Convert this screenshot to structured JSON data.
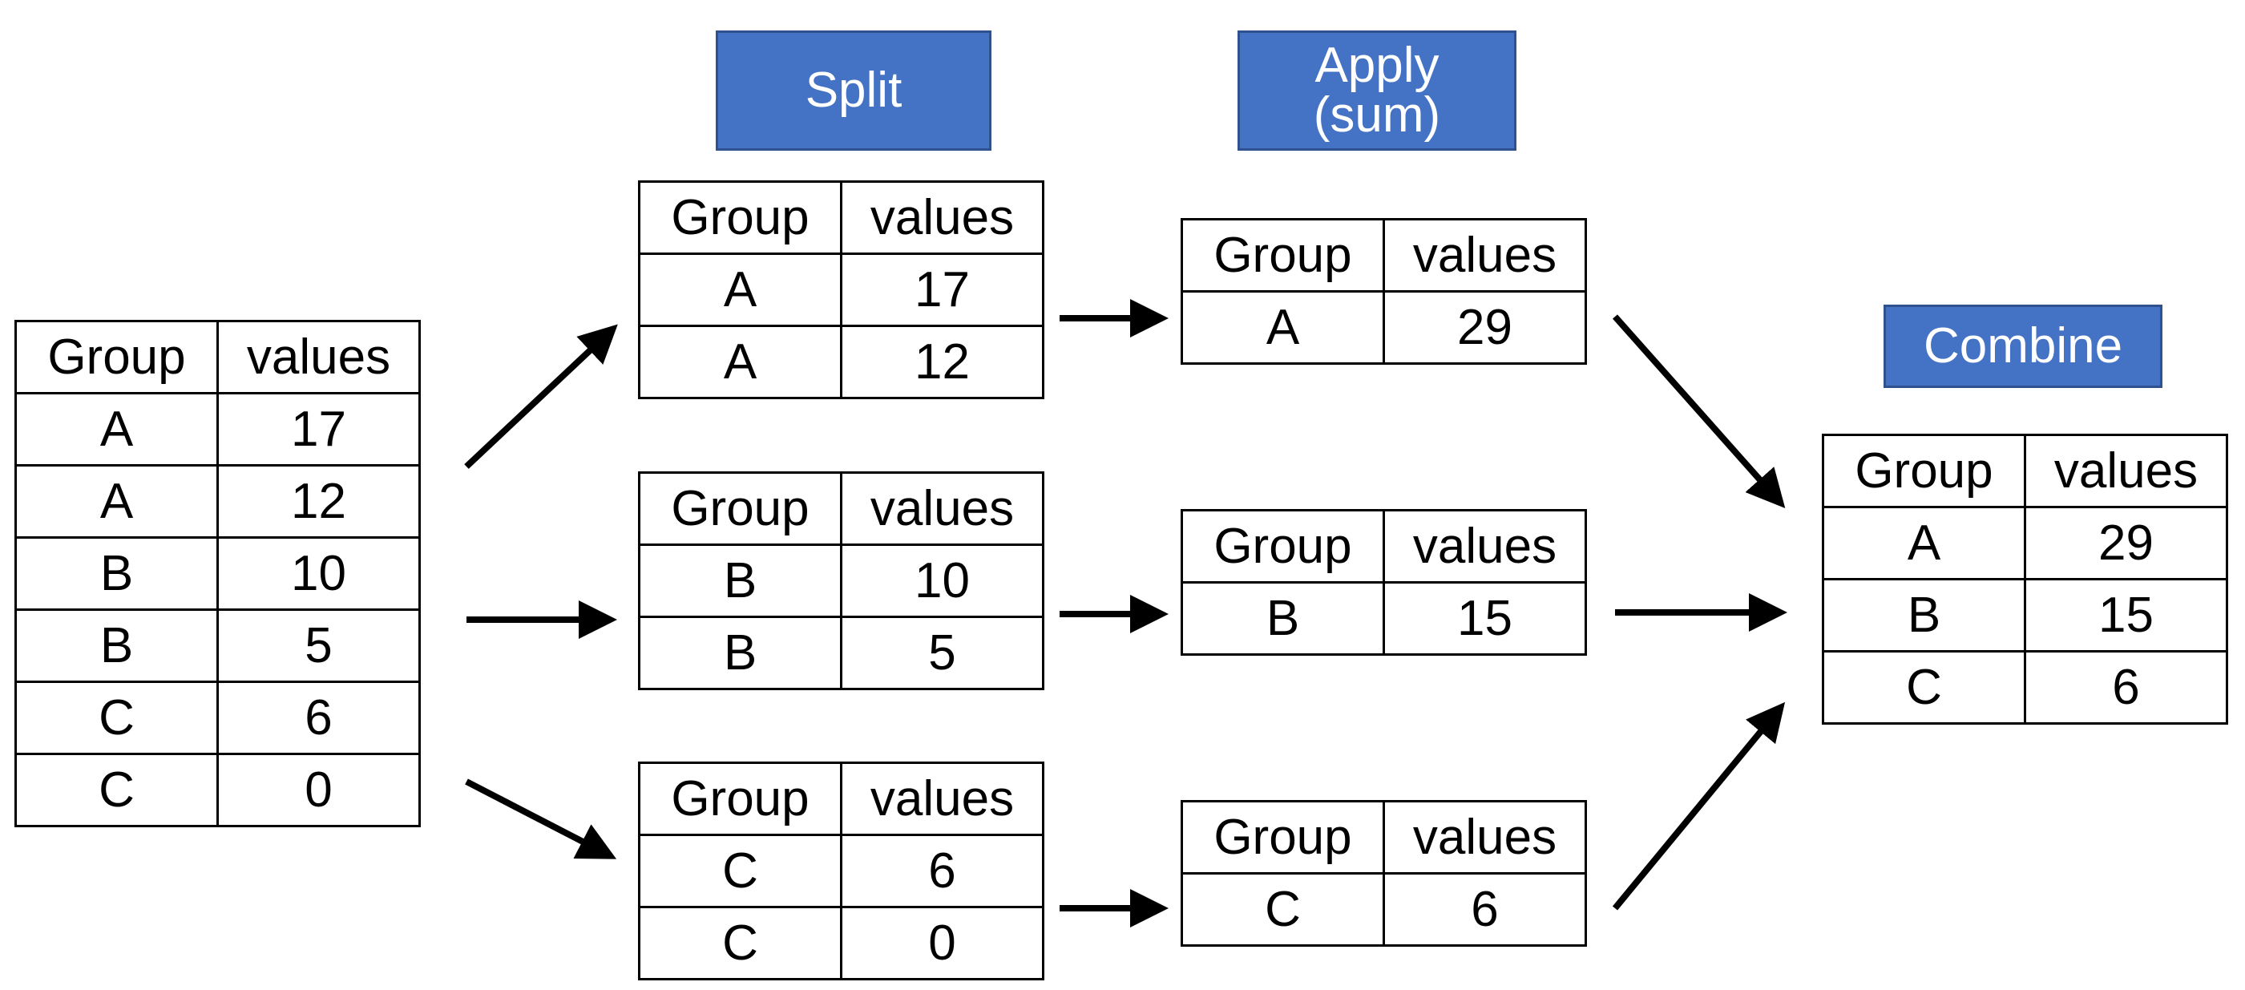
{
  "labels": {
    "split": "Split",
    "apply_line1": "Apply",
    "apply_line2": "(sum)",
    "combine": "Combine"
  },
  "header": {
    "group": "Group",
    "values": "values"
  },
  "tables": {
    "source": [
      [
        "A",
        "17"
      ],
      [
        "A",
        "12"
      ],
      [
        "B",
        "10"
      ],
      [
        "B",
        "5"
      ],
      [
        "C",
        "6"
      ],
      [
        "C",
        "0"
      ]
    ],
    "split_a": [
      [
        "A",
        "17"
      ],
      [
        "A",
        "12"
      ]
    ],
    "split_b": [
      [
        "B",
        "10"
      ],
      [
        "B",
        "5"
      ]
    ],
    "split_c": [
      [
        "C",
        "6"
      ],
      [
        "C",
        "0"
      ]
    ],
    "apply_a": [
      [
        "A",
        "29"
      ]
    ],
    "apply_b": [
      [
        "B",
        "15"
      ]
    ],
    "apply_c": [
      [
        "C",
        "6"
      ]
    ],
    "combined": [
      [
        "A",
        "29"
      ],
      [
        "B",
        "15"
      ],
      [
        "C",
        "6"
      ]
    ]
  },
  "colors": {
    "label_fill": "#4472c4",
    "label_border": "#2f528f",
    "arrow": "#000000"
  }
}
